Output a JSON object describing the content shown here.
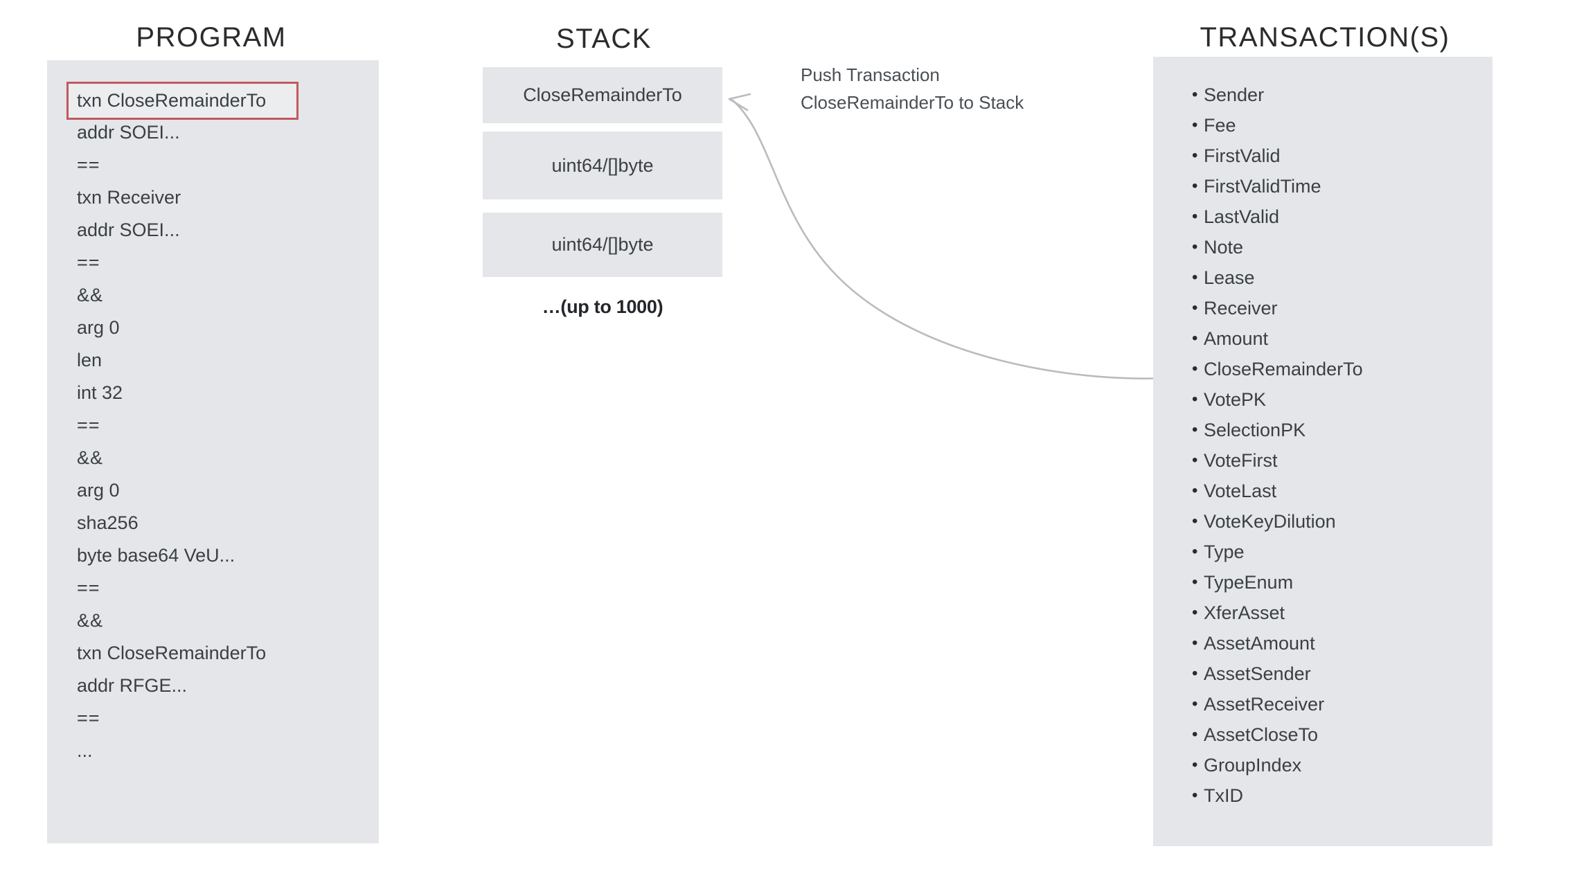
{
  "columns": {
    "program": {
      "heading": "PROGRAM"
    },
    "stack": {
      "heading": "STACK"
    },
    "transactions": {
      "heading": "TRANSACTION(S)"
    }
  },
  "program": {
    "lines": [
      {
        "text": "txn CloseRemainderTo",
        "highlighted": true
      },
      {
        "text": "addr SOEI...",
        "highlighted": false
      },
      {
        "text": "==",
        "highlighted": false
      },
      {
        "text": "txn Receiver",
        "highlighted": false
      },
      {
        "text": "addr SOEI...",
        "highlighted": false
      },
      {
        "text": "==",
        "highlighted": false
      },
      {
        "text": "&&",
        "highlighted": false
      },
      {
        "text": "arg 0",
        "highlighted": false
      },
      {
        "text": "len",
        "highlighted": false
      },
      {
        "text": "int 32",
        "highlighted": false
      },
      {
        "text": "==",
        "highlighted": false
      },
      {
        "text": "&&",
        "highlighted": false
      },
      {
        "text": "arg 0",
        "highlighted": false
      },
      {
        "text": "sha256",
        "highlighted": false
      },
      {
        "text": "byte base64 VeU...",
        "highlighted": false
      },
      {
        "text": "==",
        "highlighted": false
      },
      {
        "text": "&&",
        "highlighted": false
      },
      {
        "text": "txn CloseRemainderTo",
        "highlighted": false
      },
      {
        "text": "addr RFGE...",
        "highlighted": false
      },
      {
        "text": "==",
        "highlighted": false
      },
      {
        "text": "...",
        "highlighted": false
      }
    ]
  },
  "stack": {
    "cells": [
      {
        "label": "CloseRemainderTo"
      },
      {
        "label": "uint64/[]byte"
      },
      {
        "label": "uint64/[]byte"
      }
    ],
    "overflow_label": "…(up to 1000)"
  },
  "annotation": {
    "line1": "Push Transaction",
    "line2": "CloseRemainderTo to Stack"
  },
  "transactions": {
    "bullet": "•",
    "fields": [
      "Sender",
      "Fee",
      "FirstValid",
      "FirstValidTime",
      "LastValid",
      "Note",
      "Lease",
      "Receiver",
      "Amount",
      "CloseRemainderTo",
      "VotePK",
      "SelectionPK",
      "VoteFirst",
      "VoteLast",
      "VoteKeyDilution",
      "Type",
      "TypeEnum",
      "XferAsset",
      "AssetAmount",
      "AssetSender",
      "AssetReceiver",
      "AssetCloseTo",
      "GroupIndex",
      "TxID"
    ]
  },
  "colors": {
    "panel_bg": "#e4e6e9",
    "highlight_border": "#c3585e",
    "text": "#3a3f44",
    "heading": "#2b2b2b",
    "arrow": "#b9bbbd",
    "page_bg": "#ffffff"
  }
}
